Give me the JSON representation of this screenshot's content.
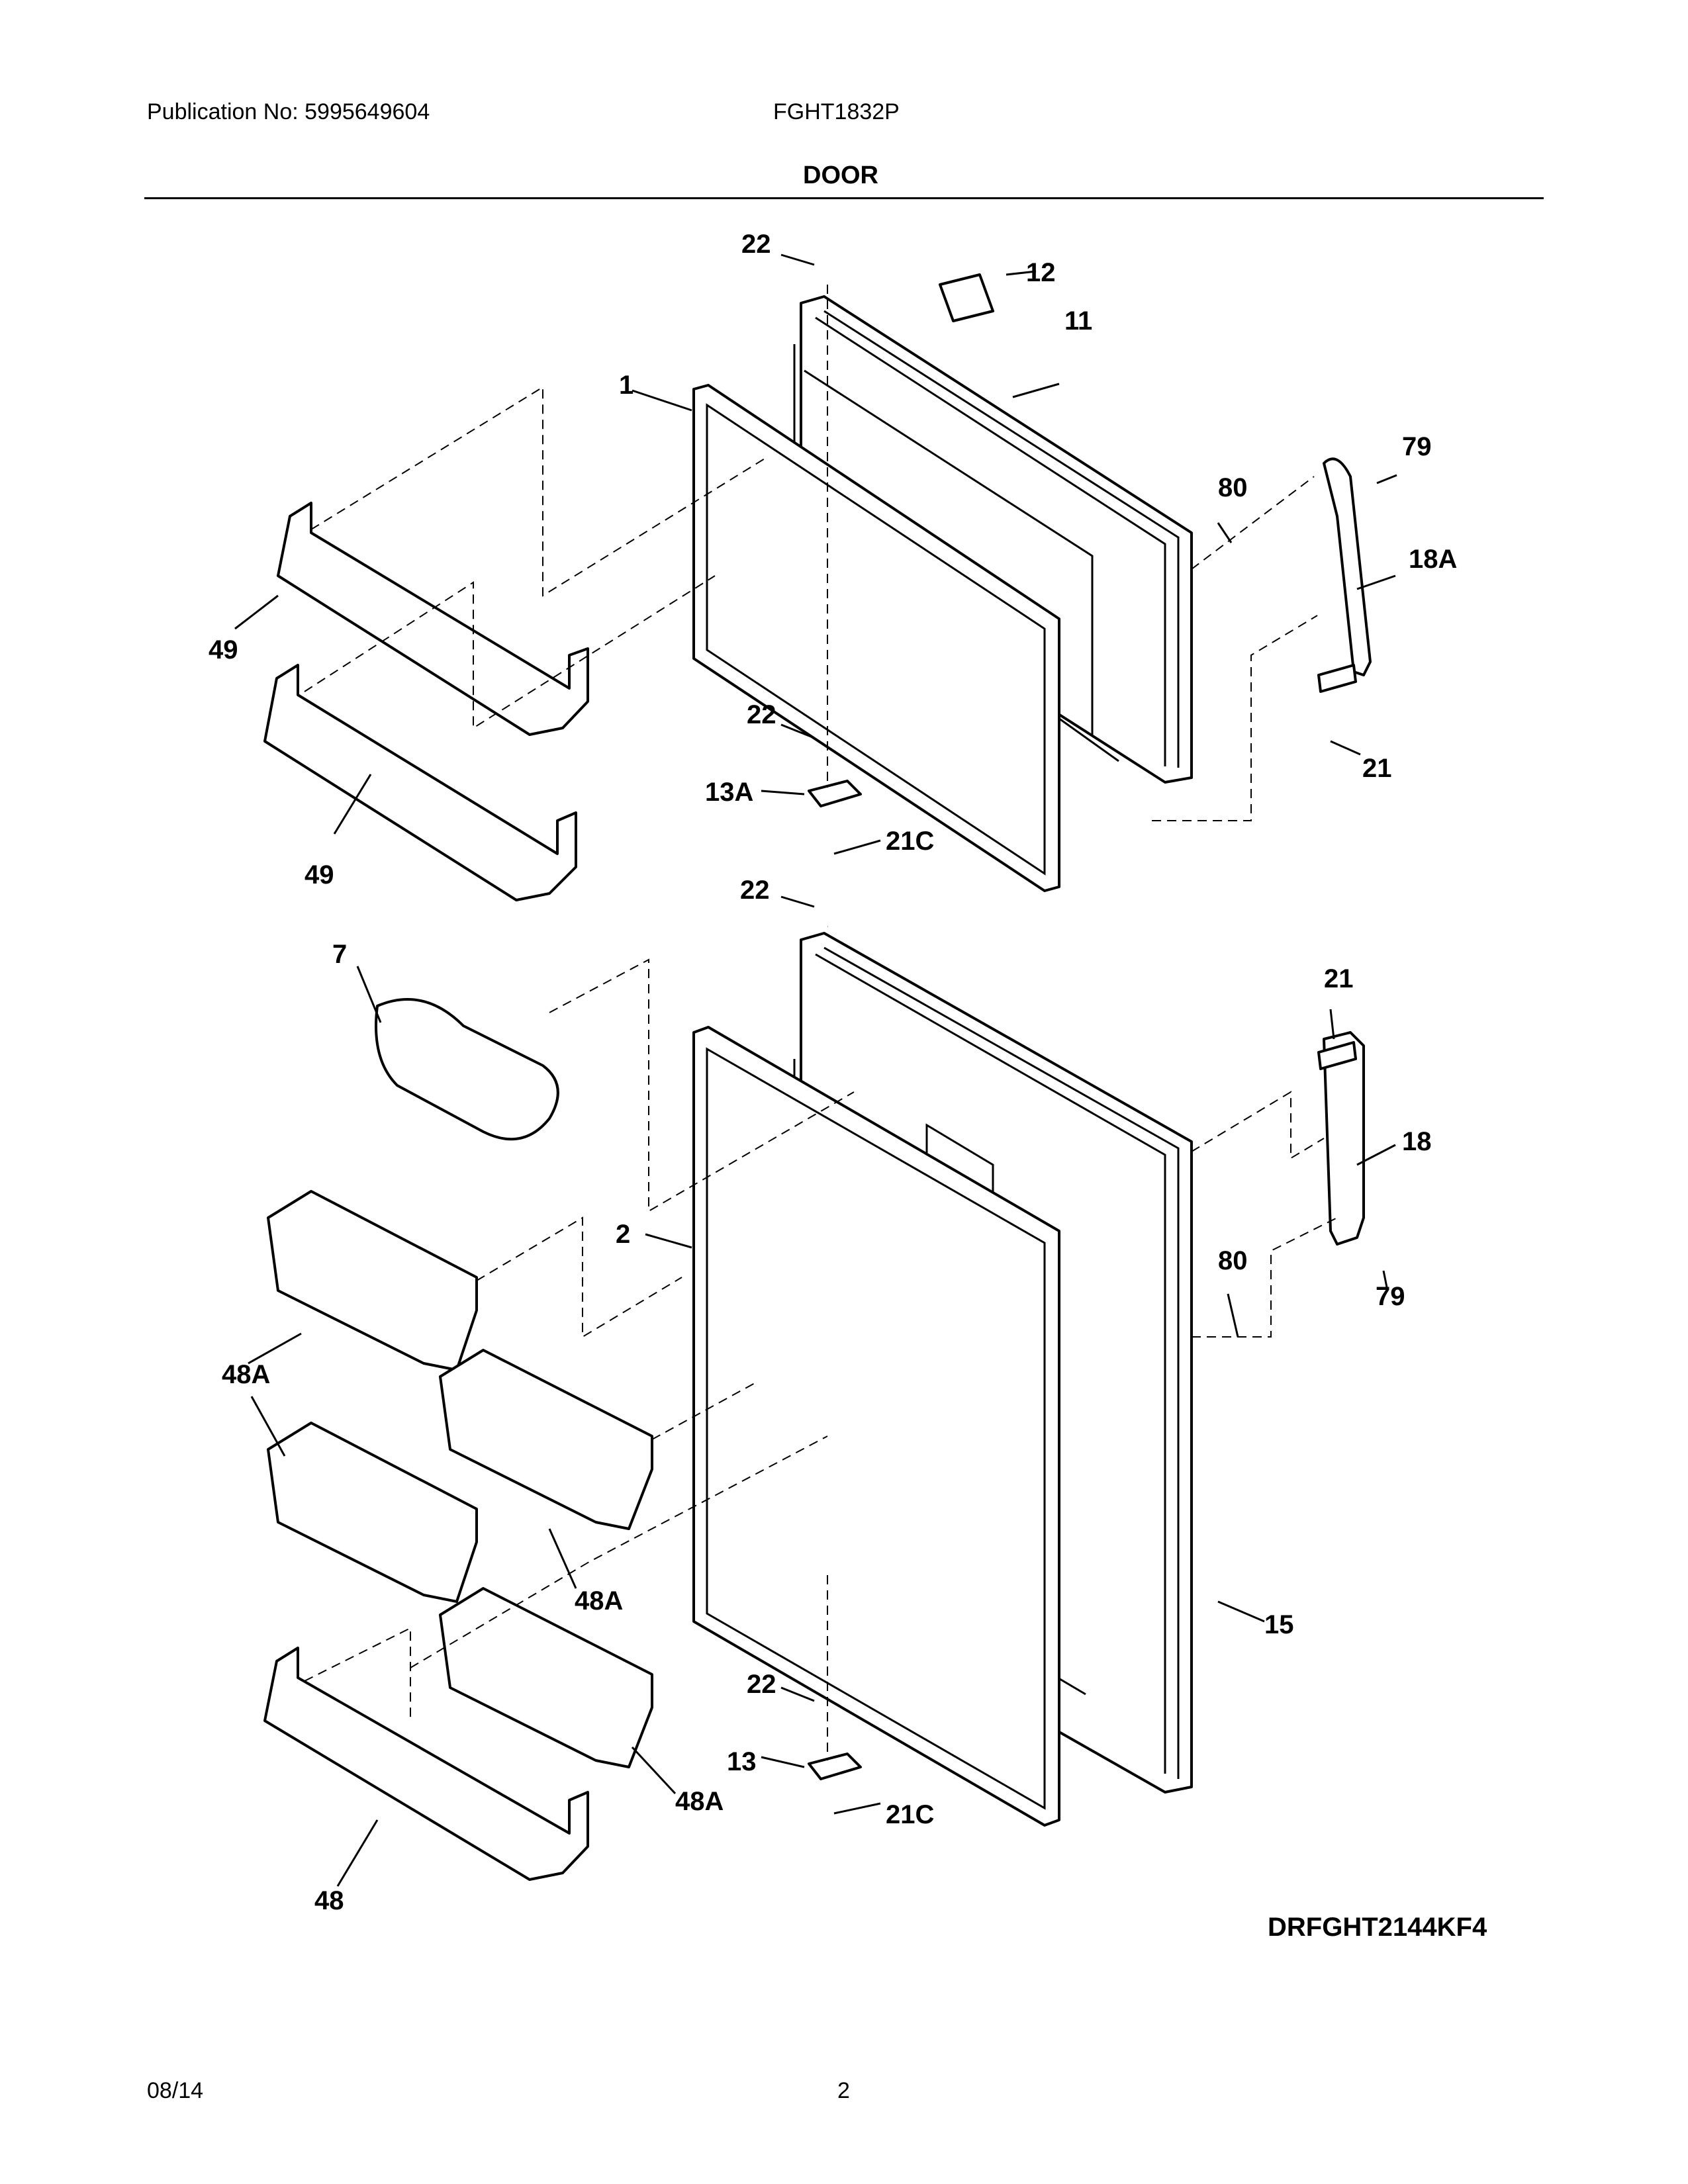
{
  "header": {
    "publication": "Publication No: 5995649604",
    "model": "FGHT1832P",
    "section_title": "DOOR"
  },
  "diagram": {
    "code": "DRFGHT2144KF4",
    "callouts": {
      "c22a": "22",
      "c12": "12",
      "c11": "11",
      "c1": "1",
      "c79a": "79",
      "c80a": "80",
      "c18A": "18A",
      "c49a": "49",
      "c22b": "22",
      "c13A": "13A",
      "c21Ca": "21C",
      "c21a": "21",
      "c49b": "49",
      "c22c": "22",
      "c7": "7",
      "c21b": "21",
      "c18": "18",
      "c2": "2",
      "c80b": "80",
      "c79b": "79",
      "c48Aa": "48A",
      "c48Ab": "48A",
      "c15": "15",
      "c22d": "22",
      "c13": "13",
      "c21Cb": "21C",
      "c48Ac": "48A",
      "c48": "48"
    }
  },
  "footer": {
    "date": "08/14",
    "page": "2"
  }
}
